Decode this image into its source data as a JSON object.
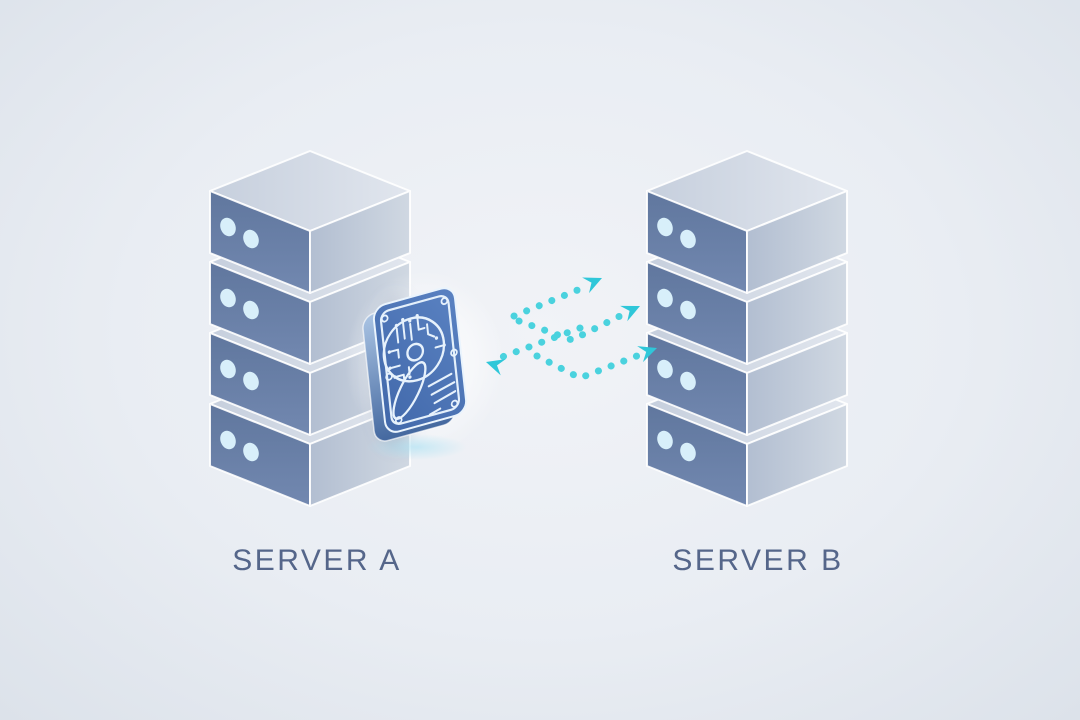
{
  "diagram": {
    "server_a": {
      "label": "SERVER A",
      "unit_count": 4
    },
    "server_b": {
      "label": "SERVER B",
      "unit_count": 4
    },
    "hdd": {
      "icon": "hard-drive-icon"
    },
    "transfer": {
      "arrows_to_server_b": 3,
      "arrows_to_hdd": 1,
      "style": "dotted"
    }
  },
  "theme": {
    "accent_teal": "#4ad2de",
    "arrowhead_teal": "#2fc7d9",
    "label_color": "#55668a",
    "led_color": "#d8effa",
    "hdd_blue": "#4a72b4",
    "server_left_face": "#68809f",
    "server_top_face": "#d3dae5",
    "server_right_face": "#bfc9d9",
    "bg_center": "#f1f3f7",
    "bg_edge": "#dce2ea"
  }
}
